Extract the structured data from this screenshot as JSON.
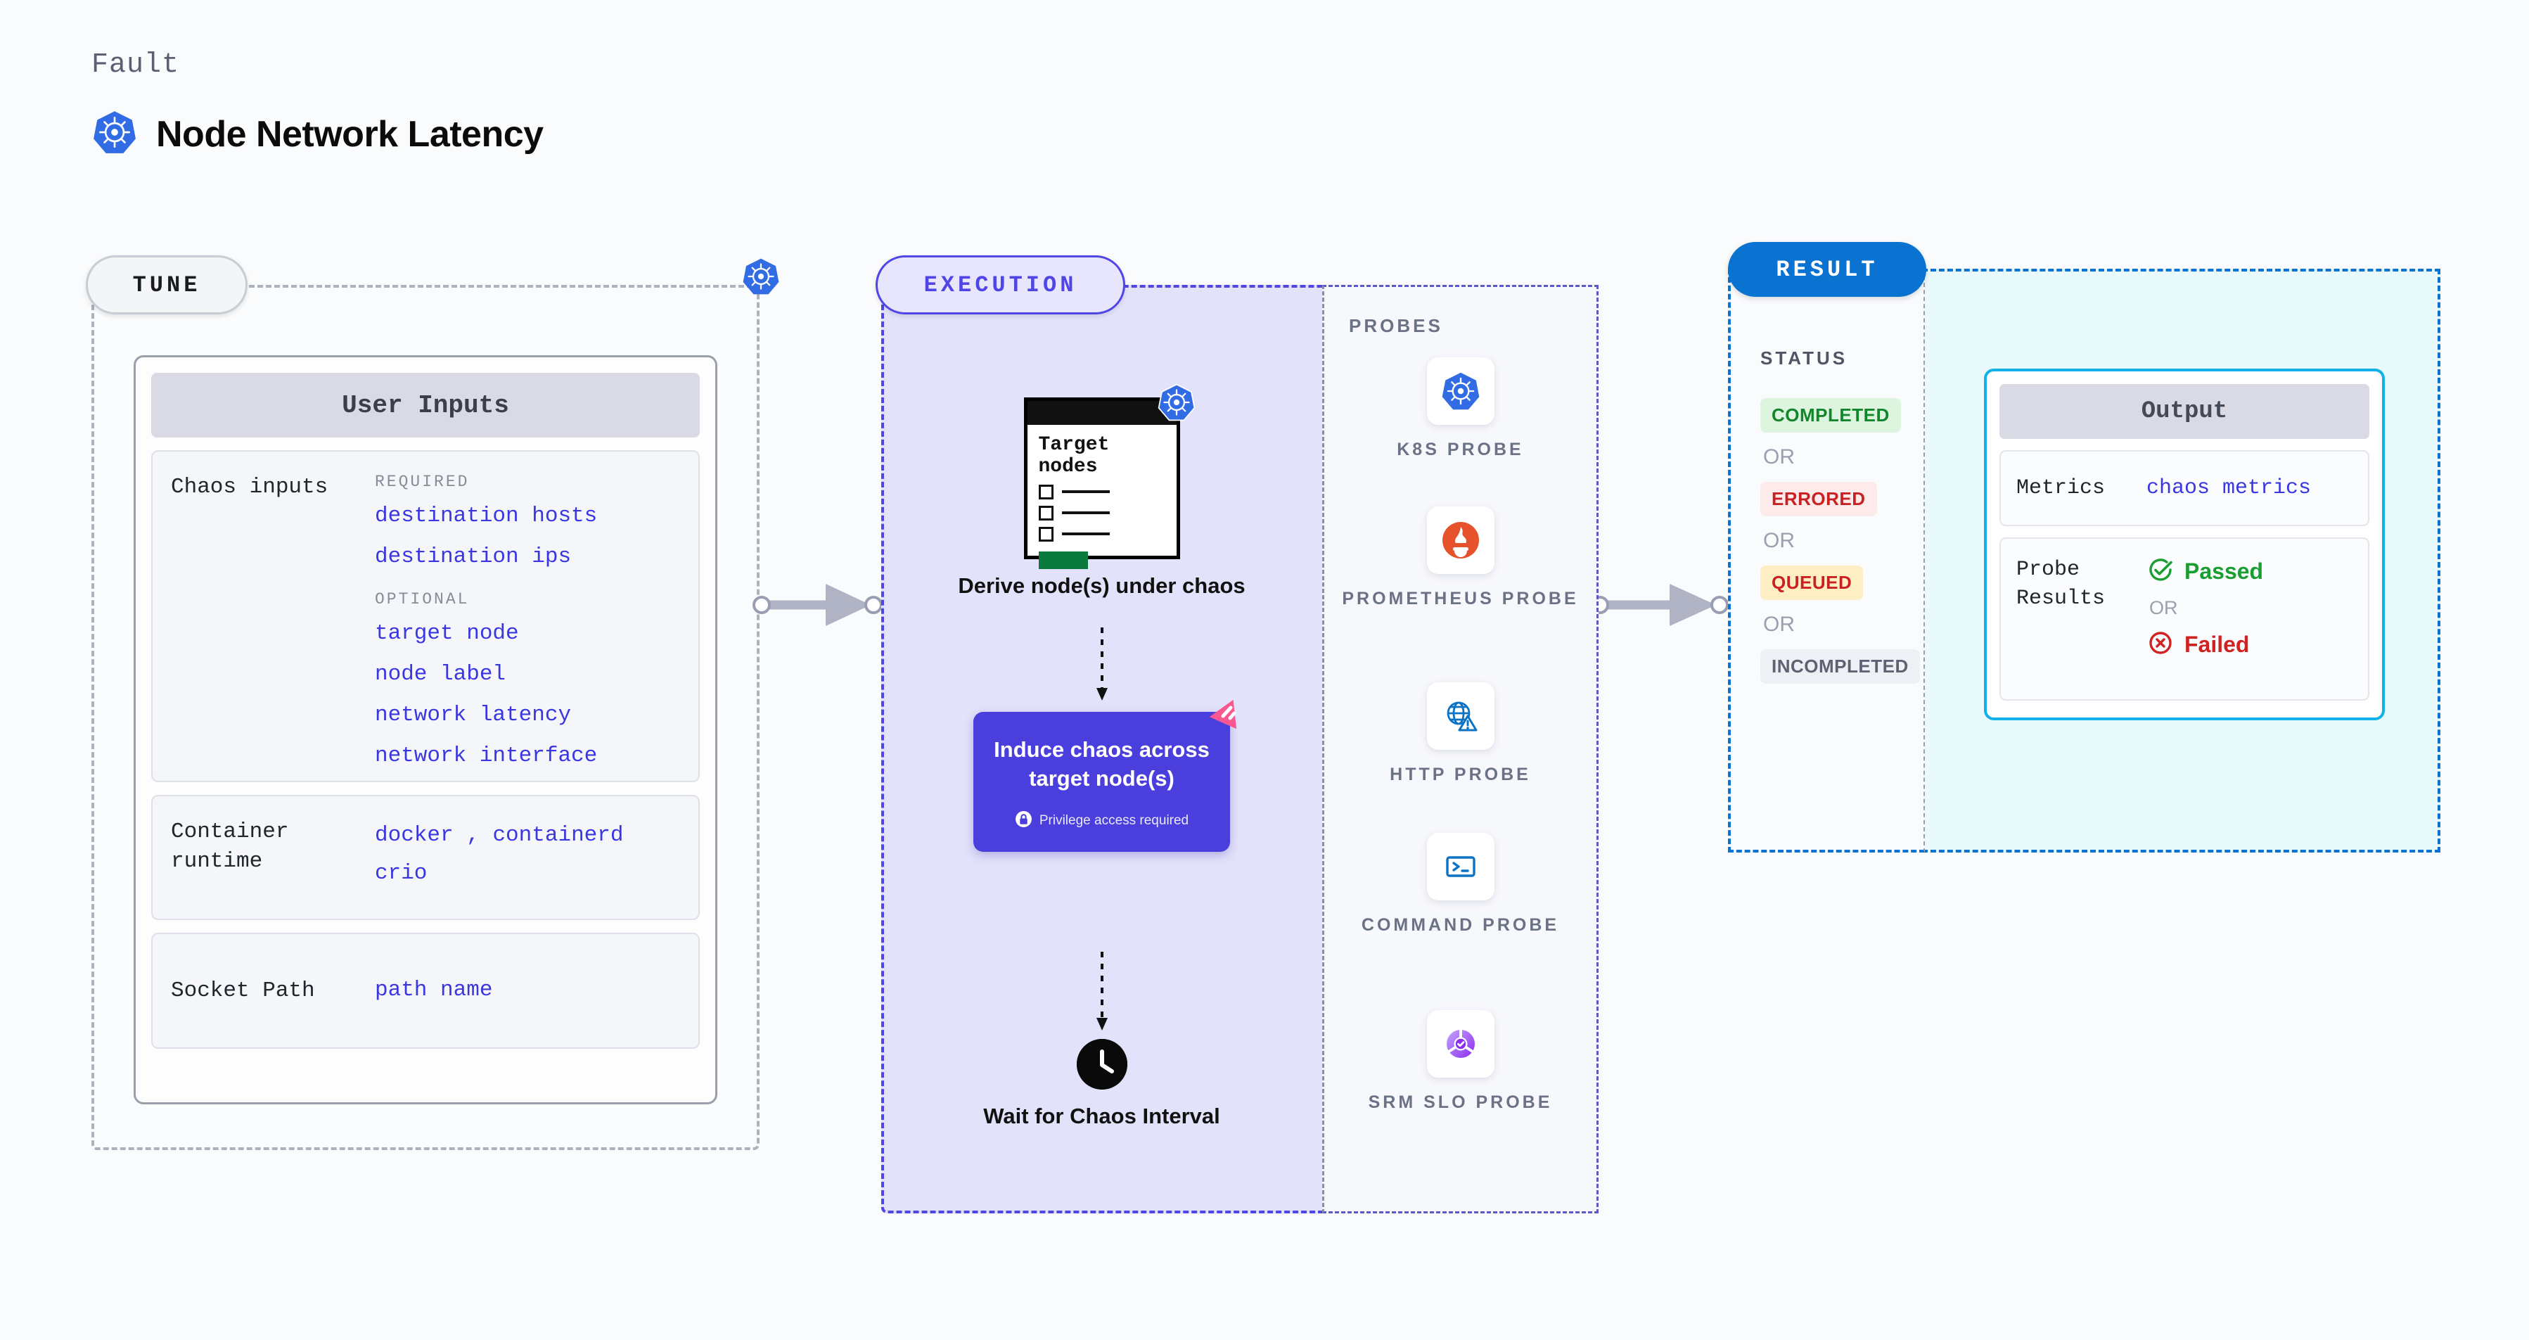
{
  "header": {
    "eyebrow": "Fault",
    "title": "Node Network Latency",
    "icon": "kubernetes-icon"
  },
  "tune": {
    "tag": "TUNE",
    "badge_icon": "kubernetes-icon",
    "card_title": "User Inputs",
    "rows": [
      {
        "label": "Chaos inputs",
        "groups": [
          {
            "title": "REQUIRED",
            "values": [
              "destination hosts",
              "destination ips"
            ]
          },
          {
            "title": "OPTIONAL",
            "values": [
              "target node",
              "node label",
              "network latency",
              "network interface"
            ]
          }
        ]
      },
      {
        "label": "Container runtime",
        "values_line1": "docker",
        "separator": ",",
        "values_line1b": "containerd",
        "values_line2": "crio"
      },
      {
        "label": "Socket Path",
        "value": "path name"
      }
    ]
  },
  "execution": {
    "tag": "EXECUTION",
    "flow": [
      {
        "id": "derive-nodes",
        "caption": "Derive node(s) under chaos",
        "card_title": "Target nodes",
        "badge_icon": "kubernetes-icon"
      },
      {
        "id": "induce-chaos",
        "caption": "Induce chaos across target node(s)",
        "privilege_note": "Privilege access required",
        "corner_icon": "litmus-icon",
        "lock_icon": "lock-icon"
      },
      {
        "id": "wait-interval",
        "caption": "Wait for Chaos Interval",
        "icon": "clock-icon"
      }
    ],
    "probes_label": "PROBES",
    "probes": [
      {
        "name": "K8S PROBE",
        "icon": "kubernetes-icon"
      },
      {
        "name": "PROMETHEUS PROBE",
        "icon": "prometheus-icon"
      },
      {
        "name": "HTTP PROBE",
        "icon": "http-globe-warning-icon"
      },
      {
        "name": "COMMAND PROBE",
        "icon": "terminal-icon"
      },
      {
        "name": "SRM SLO PROBE",
        "icon": "srm-slo-icon"
      }
    ]
  },
  "result": {
    "tag": "RESULT",
    "status_label": "STATUS",
    "or_text": "OR",
    "statuses": [
      {
        "label": "COMPLETED",
        "bg": "#ddf5df",
        "fg": "#13862c"
      },
      {
        "label": "ERRORED",
        "bg": "#fdeaea",
        "fg": "#c92121"
      },
      {
        "label": "QUEUED",
        "bg": "#fdeec4",
        "fg": "#c92121"
      },
      {
        "label": "INCOMPLETED",
        "bg": "#eef0f5",
        "fg": "#5d6373"
      }
    ],
    "output": {
      "title": "Output",
      "metrics_label": "Metrics",
      "metrics_value": "chaos metrics",
      "probe_label": "Probe Results",
      "passed": "Passed",
      "failed": "Failed",
      "or_text": "OR",
      "passed_icon": "check-circle-icon",
      "failed_icon": "x-circle-icon"
    }
  },
  "colors": {
    "accent_purple": "#4f46e5",
    "accent_blue": "#0a72d0",
    "accent_cyan": "#12b1e8",
    "value_blue": "#3b37e0",
    "pass_green": "#13862c",
    "fail_red": "#d12222",
    "litmus_pink": "#f8588f"
  }
}
